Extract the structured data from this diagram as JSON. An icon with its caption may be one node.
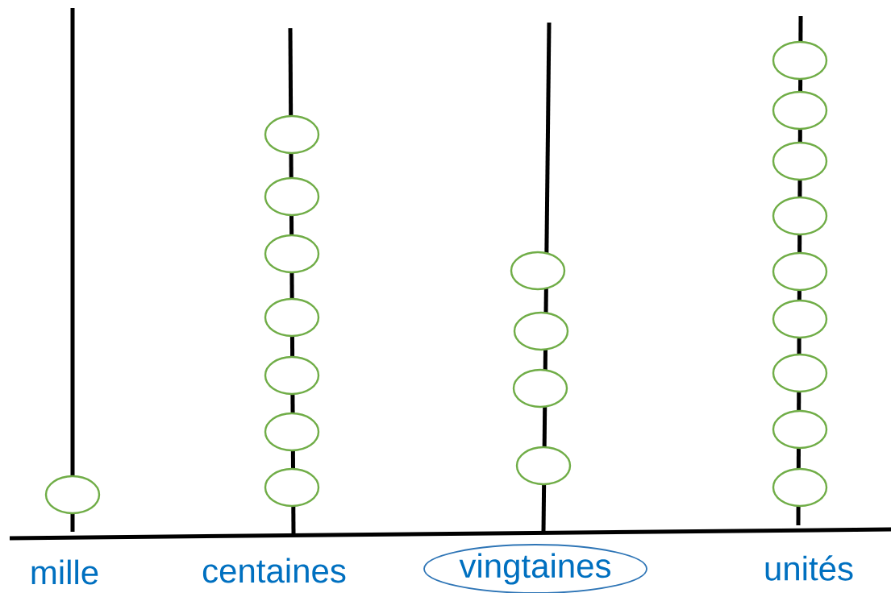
{
  "diagram": {
    "nodes": [
      {
        "text": [
          "vingtaines"
        ]
      }
    ],
    "labels": [
      "mille",
      "centaines",
      "unités"
    ]
  }
}
